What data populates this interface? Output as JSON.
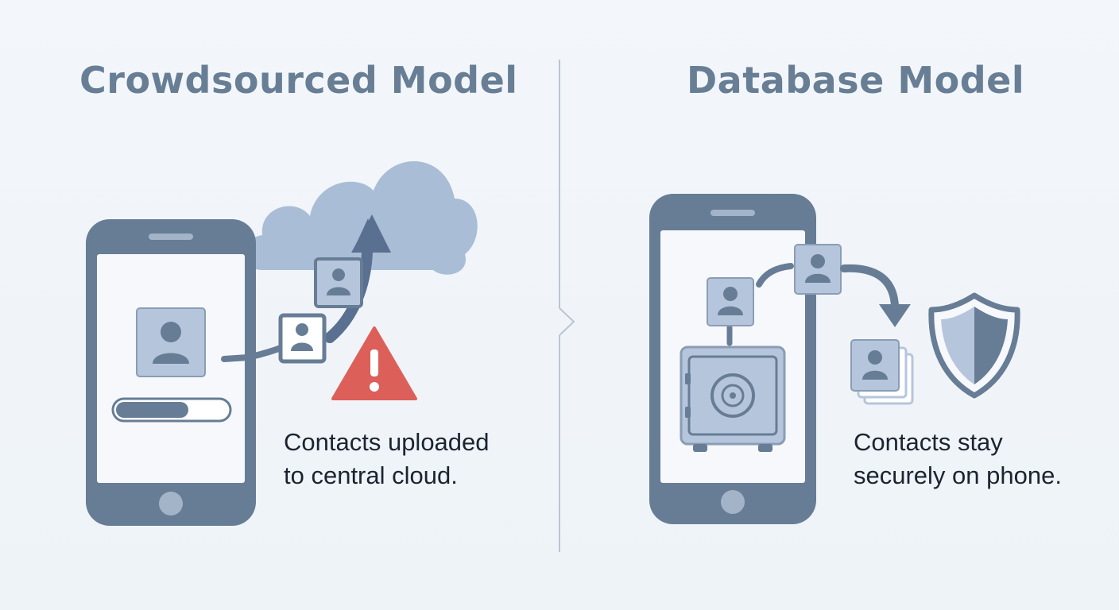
{
  "left_panel": {
    "title": "Crowdsourced Model",
    "caption_lines": [
      "Contacts uploaded",
      "to central cloud."
    ],
    "upload_progress": 0.65
  },
  "right_panel": {
    "title": "Database Model",
    "caption_lines": [
      "Contacts stay",
      "securely on phone."
    ]
  },
  "icons": {
    "left": [
      "phone-icon",
      "contact-card-icon",
      "cloud-icon",
      "upload-arrow-icon",
      "warning-icon"
    ],
    "right": [
      "phone-icon",
      "contact-card-icon",
      "safe-icon",
      "shield-icon",
      "contact-stack-icon"
    ]
  },
  "colors": {
    "background": "#f1f5fa",
    "title": "#687e95",
    "device": "#677d95",
    "screen": "#f6f8fb",
    "cloud": "#a9bdd6",
    "card": "#b5c6dc",
    "warning": "#dc5f5a",
    "caption": "#1b2430"
  }
}
